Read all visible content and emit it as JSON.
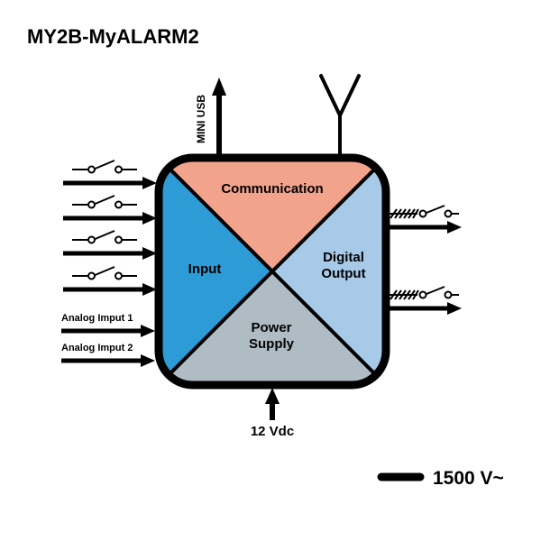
{
  "title": "MY2B-MyALARM2",
  "device": {
    "sections": {
      "communication": "Communication",
      "input": "Input",
      "digital_output": {
        "line1": "Digital",
        "line2": "Output"
      },
      "power_supply": {
        "line1": "Power",
        "line2": "Supply"
      }
    }
  },
  "ports": {
    "mini_usb": "MINI USB",
    "analog_input_1": "Analog Imput 1",
    "analog_input_2": "Analog Imput 2",
    "power_supply_voltage": "12 Vdc",
    "isolation_rating": "1500 V~"
  },
  "colors": {
    "communication": "#F2A38C",
    "input": "#2D9BD5",
    "digital_output": "#A7CAE8",
    "power_supply": "#AFBCC3",
    "line": "#000000",
    "background": "#FFFFFF"
  }
}
